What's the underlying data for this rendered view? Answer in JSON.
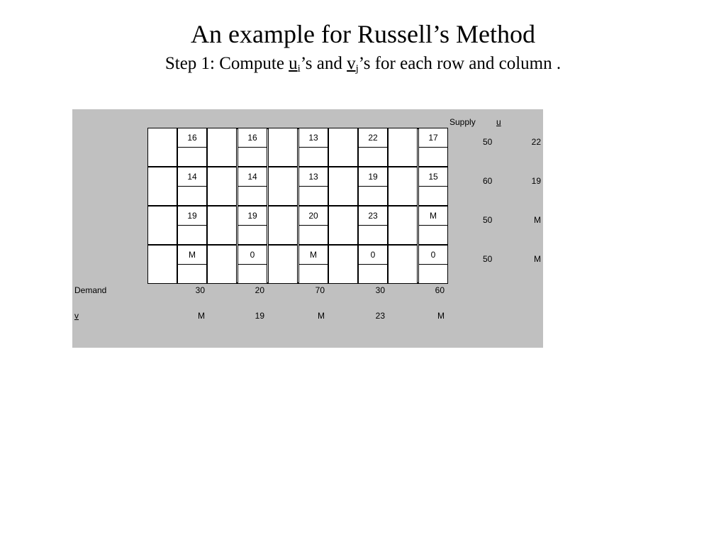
{
  "title": "An example for Russell’s Method",
  "subtitle": {
    "prefix": "Step 1: Compute ",
    "u": "u",
    "u_sub": "i",
    "middle": "’s and ",
    "v": "v",
    "v_sub": "j",
    "suffix": "’s for each row and column ."
  },
  "table": {
    "supply_header": "Supply",
    "u_header": "u",
    "cost_rows": [
      {
        "costs": [
          "16",
          "16",
          "13",
          "22",
          "17"
        ],
        "supply": "50",
        "u": "22"
      },
      {
        "costs": [
          "14",
          "14",
          "13",
          "19",
          "15"
        ],
        "supply": "60",
        "u": "19"
      },
      {
        "costs": [
          "19",
          "19",
          "20",
          "23",
          "M"
        ],
        "supply": "50",
        "u": "M"
      },
      {
        "costs": [
          "M",
          "0",
          "M",
          "0",
          "0"
        ],
        "supply": "50",
        "u": "M"
      }
    ],
    "demand_label": "Demand",
    "demand": [
      "30",
      "20",
      "70",
      "30",
      "60"
    ],
    "v_label": "v",
    "v": [
      "M",
      "19",
      "M",
      "23",
      "M"
    ]
  },
  "colors": {
    "panel_background": "#c0c0c0",
    "cell_background": "#ffffff",
    "grid_lines": "#000000"
  }
}
